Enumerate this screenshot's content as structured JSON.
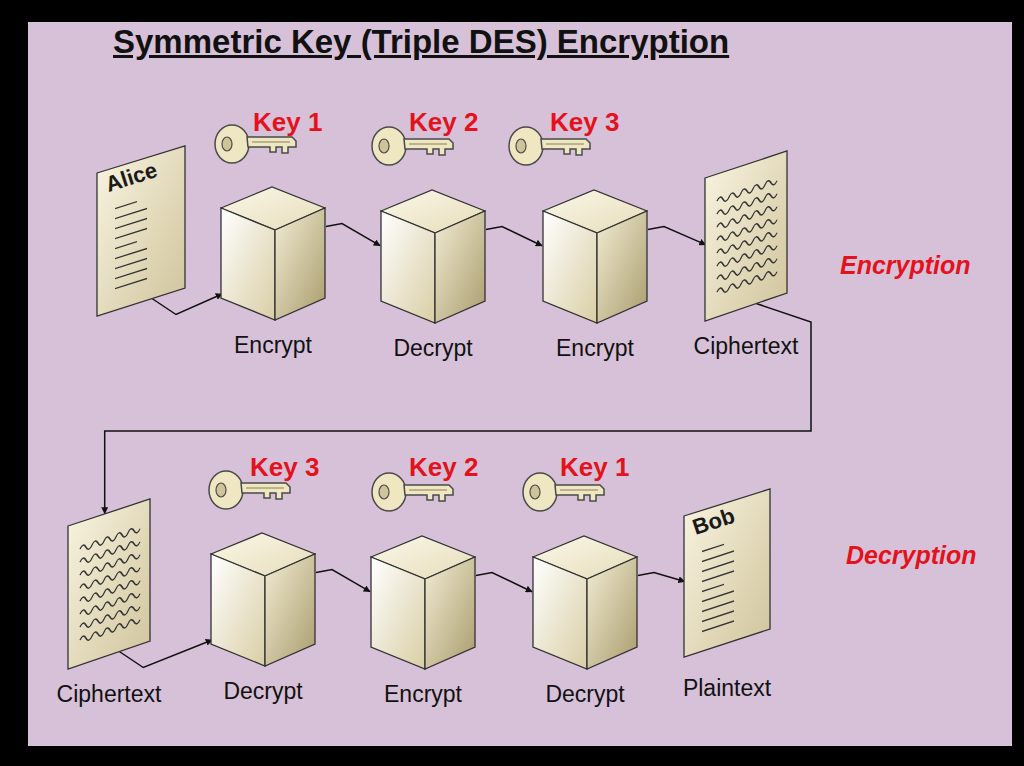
{
  "diagram": {
    "title": "Symmetric Key (Triple DES) Encryption",
    "nodes": [
      {
        "text": [
          "Alice"
        ]
      },
      {
        "text": [
          "Encrypt"
        ]
      },
      {
        "text": [
          "Decrypt"
        ]
      },
      {
        "text": [
          "Encrypt"
        ]
      },
      {
        "text": [
          "Ciphertext"
        ]
      },
      {
        "text": [
          "Ciphertext"
        ]
      },
      {
        "text": [
          "Decrypt"
        ]
      },
      {
        "text": [
          "Encrypt"
        ]
      },
      {
        "text": [
          "Decrypt"
        ]
      },
      {
        "text": [
          "Bob",
          "Plaintext"
        ]
      }
    ],
    "edges": [
      {
        "from": 0,
        "to": 1,
        "arrow": "to"
      },
      {
        "from": 1,
        "to": 2,
        "arrow": "to"
      },
      {
        "from": 2,
        "to": 3,
        "arrow": "to"
      },
      {
        "from": 3,
        "to": 4,
        "arrow": "to"
      },
      {
        "from": 4,
        "to": 5,
        "arrow": "to"
      },
      {
        "from": 5,
        "to": 6,
        "arrow": "to"
      },
      {
        "from": 6,
        "to": 7,
        "arrow": "to"
      },
      {
        "from": 7,
        "to": 8,
        "arrow": "to"
      },
      {
        "from": 8,
        "to": 9,
        "arrow": "to"
      }
    ],
    "labels": [
      "Key 1",
      "Key 2",
      "Key 3",
      "Encryption",
      "Key 3",
      "Key 2",
      "Key 1",
      "Decryption"
    ]
  }
}
